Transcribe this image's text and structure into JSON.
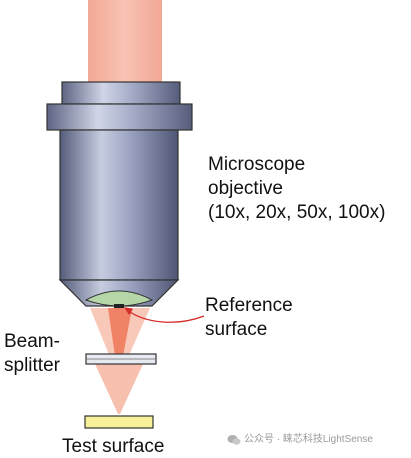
{
  "labels": {
    "objective": [
      "Microscope",
      "objective",
      "(10x, 20x, 50x, 100x)"
    ],
    "reference": [
      "Reference",
      "surface"
    ],
    "beamsplitter": [
      "Beam-",
      "splitter"
    ],
    "test_surface": "Test surface"
  },
  "watermark": {
    "text": "公众号 · 睐芯科技LightSense",
    "icon": "wechat-icon"
  },
  "colors": {
    "incoming_beam": "#f6b3a2",
    "objective_body": "#8f98b8",
    "objective_dark": "#4f5673",
    "objective_light": "#c7cde0",
    "lens": "#b5d7a8",
    "cone_light": "#f6bba8",
    "cone_dark": "#ef7656",
    "annotation_arrow": "#d62a2a",
    "test_surface": "#f7ef9a"
  }
}
